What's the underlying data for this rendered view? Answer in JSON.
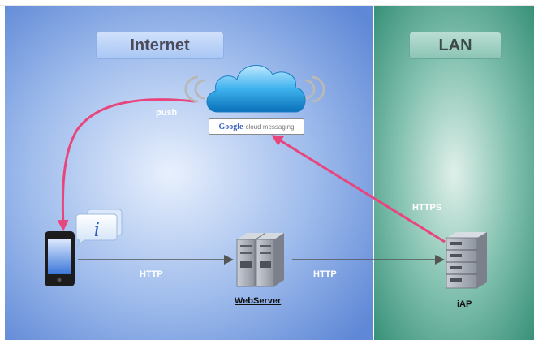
{
  "zones": {
    "internet": "Internet",
    "lan": "LAN"
  },
  "edges": {
    "push": "push",
    "http_phone_server": "HTTP",
    "http_server_iap": "HTTP",
    "https": "HTTPS"
  },
  "nodes": {
    "webserver": "WebServer",
    "iap": "iAP"
  },
  "gcm_badge": {
    "brand": "Google",
    "service": "cloud messaging"
  },
  "notification_glyph": "i",
  "colors": {
    "internet_bg": "#7aa1e0",
    "lan_bg": "#4a9c8a",
    "arrow_pink": "#e8457d",
    "arrow_gray": "#555555"
  }
}
